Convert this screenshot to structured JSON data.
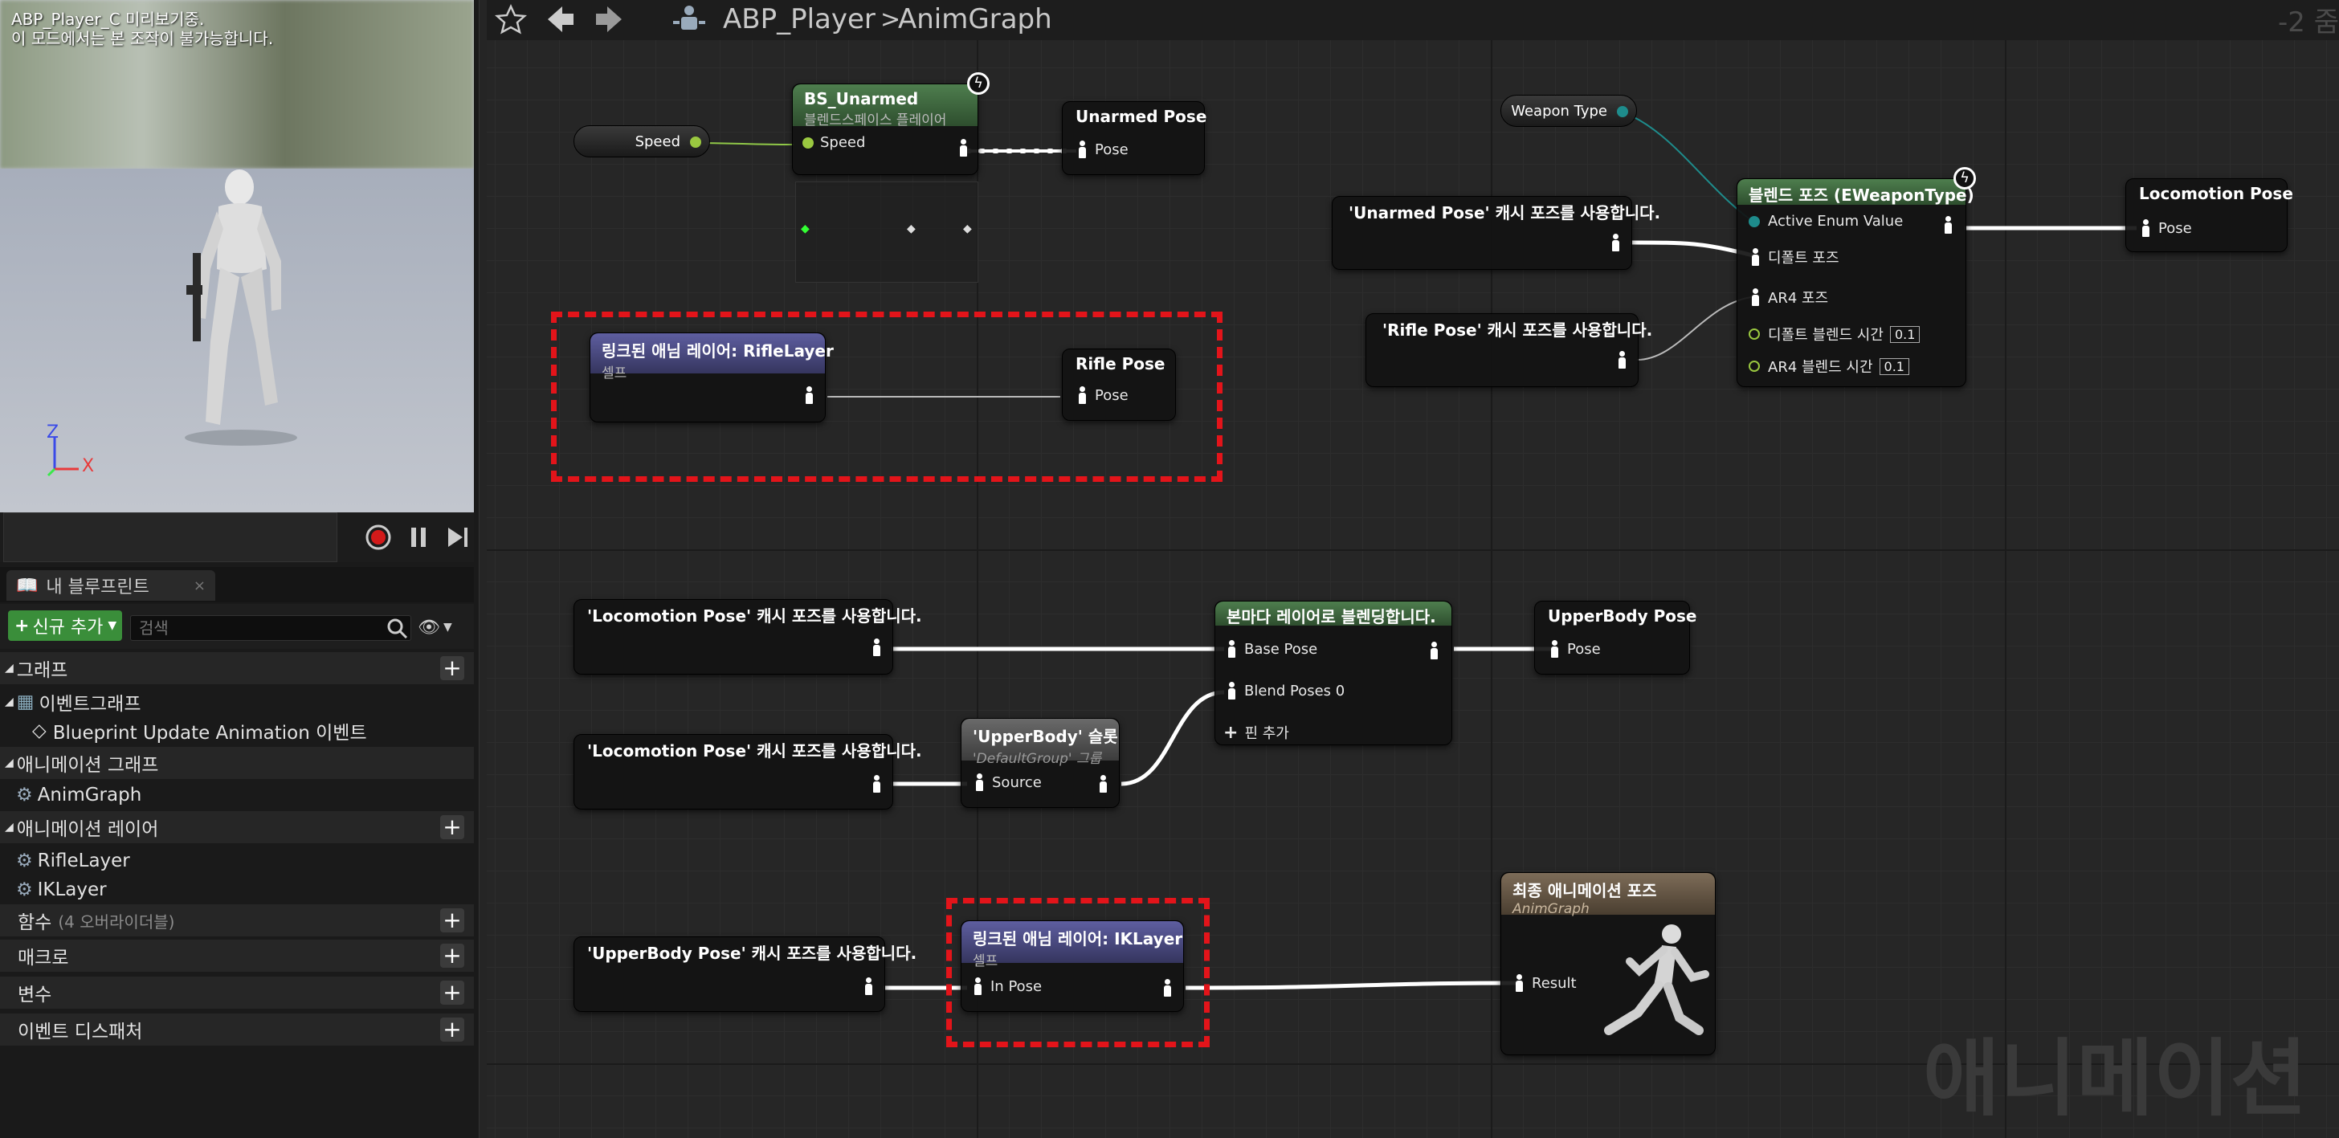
{
  "preview": {
    "line1": "ABP_Player_C 미리보기중.",
    "line2": "이 모드에서는 본 조작이 불가능합니다.",
    "axis_z": "Z",
    "axis_x": "X"
  },
  "blueprint_panel": {
    "tab_label": "내 블루프린트",
    "add_button": "신규 추가",
    "search_placeholder": "검색",
    "tree": [
      {
        "label": "그래프",
        "kind": "section",
        "plus": true
      },
      {
        "label": "이벤트그래프",
        "kind": "item"
      },
      {
        "label": "Blueprint Update Animation 이벤트",
        "kind": "subitem"
      },
      {
        "label": "애니메이션 그래프",
        "kind": "section"
      },
      {
        "label": "AnimGraph",
        "kind": "item"
      },
      {
        "label": "애니메이션 레이어",
        "kind": "section",
        "plus": true
      },
      {
        "label": "RifleLayer",
        "kind": "item"
      },
      {
        "label": "IKLayer",
        "kind": "item"
      },
      {
        "label": "함수",
        "sub": "(4 오버라이더블)",
        "kind": "section",
        "plus": true
      },
      {
        "label": "매크로",
        "kind": "section",
        "plus": true
      },
      {
        "label": "변수",
        "kind": "section",
        "plus": true
      },
      {
        "label": "이벤트 디스패처",
        "kind": "section",
        "plus": true
      }
    ]
  },
  "toolbar": {
    "crumb_root": "ABP_Player",
    "crumb_sep": ">",
    "crumb_leaf": "AnimGraph",
    "zoom": "-2 줌"
  },
  "watermark": "애니메이션",
  "nodes": {
    "speed_var": "Speed",
    "bs_title": "BS_Unarmed",
    "bs_subtitle": "블렌드스페이스 플레이어",
    "bs_pin": "Speed",
    "unarmed_title": "Unarmed Pose",
    "pose": "Pose",
    "rifle_layer_title": "링크된 애님 레이어: RifleLayer",
    "self": "셀프",
    "rifle_pose_title": "Rifle Pose",
    "weapon_type_var": "Weapon Type",
    "use_unarmed": "'Unarmed Pose' 캐시 포즈를 사용합니다.",
    "use_rifle": "'Rifle Pose' 캐시 포즈를 사용합니다.",
    "blend_title": "블렌드 포즈 (EWeaponType)",
    "blend_pin_enum": "Active Enum Value",
    "blend_pin_default": "디폴트 포즈",
    "blend_pin_ar4": "AR4 포즈",
    "blend_pin_default_time": "디폴트 블렌드 시간",
    "blend_pin_ar4_time": "AR4 블렌드 시간",
    "blend_time_value": "0.1",
    "locomotion_title": "Locomotion Pose",
    "use_locomotion": "'Locomotion Pose' 캐시 포즈를 사용합니다.",
    "layered_title": "본마다 레이어로 블렌딩합니다.",
    "base_pose": "Base Pose",
    "blend_poses_0": "Blend Poses 0",
    "add_pin": "핀 추가",
    "slot_title": "'UpperBody' 슬롯",
    "slot_subtitle": "'DefaultGroup' 그룹",
    "source": "Source",
    "upperbody_title": "UpperBody Pose",
    "use_upperbody": "'UpperBody Pose' 캐시 포즈를 사용합니다.",
    "ik_layer_title": "링크된 애님 레이어: IKLayer",
    "in_pose": "In Pose",
    "final_title": "최종 애니메이션 포즈",
    "final_subtitle": "AnimGraph",
    "result": "Result"
  },
  "colors": {
    "green_header": "#3f6b3f",
    "purple_header": "#4a4a7e",
    "final_header": "#6b5a46",
    "highlight": "#e3141a",
    "enum_pin": "#1e8c8c",
    "float_pin": "#9ac840"
  }
}
